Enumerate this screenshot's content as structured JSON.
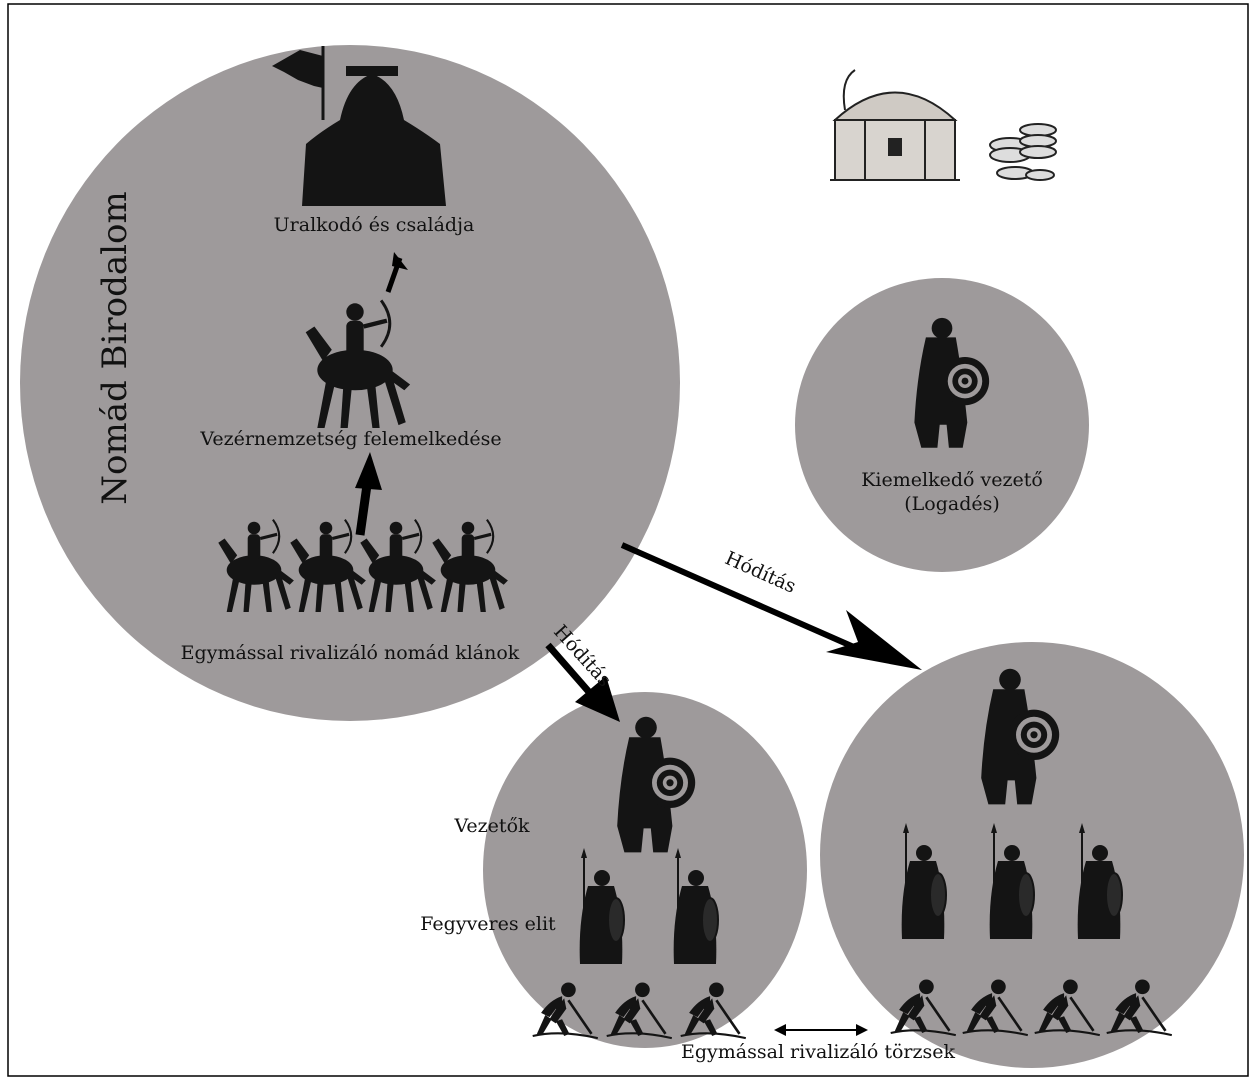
{
  "empire": {
    "title": "Nomád Birodalom",
    "ruler_label": "Uralkodó és családja",
    "dynasty_label": "Vezérnemzetség felemelkedése",
    "clans_label": "Egymással rivalizáló nomád klánok"
  },
  "leader_circle": {
    "label_line1": "Kiemelkedő vezető",
    "label_line2": "(Logadés)"
  },
  "conquest": {
    "label_right": "Hódítás",
    "label_down": "Hódítás"
  },
  "tribe_left": {
    "leaders_label": "Vezetők",
    "elite_label": "Fegyveres elit"
  },
  "tribes_label": "Egymással rivalizáló törzsek",
  "icons": [
    "treasure-chest-icon",
    "flag-icon",
    "yurt-icon",
    "horse-archer-icon",
    "warrior-shield-icon",
    "spear-warrior-icon",
    "farmer-hoeing-icon",
    "coins-icon"
  ],
  "colors": {
    "circle_fill": "#9e9a9b",
    "silhouette": "#141414",
    "arrow": "#000000",
    "frame": "#000000"
  }
}
